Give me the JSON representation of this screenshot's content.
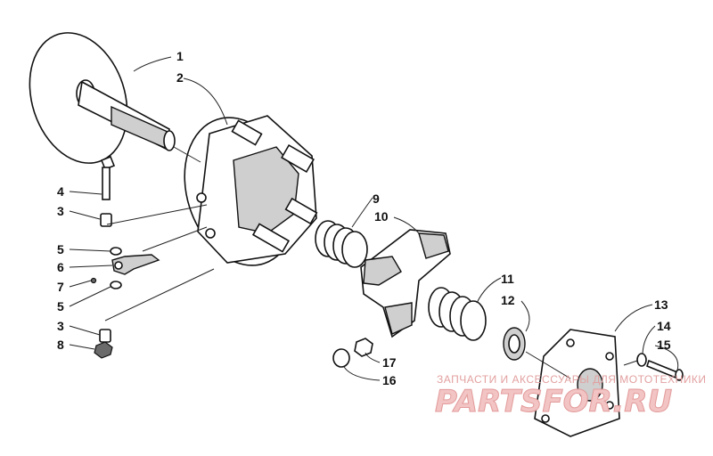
{
  "labels": {
    "l1": "1",
    "l2": "2",
    "l4": "4",
    "l3a": "3",
    "l5a": "5",
    "l6": "6",
    "l7": "7",
    "l5b": "5",
    "l3b": "3",
    "l8": "8",
    "l9": "9",
    "l10": "10",
    "l11": "11",
    "l12": "12",
    "l13": "13",
    "l14": "14",
    "l15": "15",
    "l17": "17",
    "l16": "16"
  },
  "watermark": {
    "tagline": "ЗАПЧАСТИ И АКСЕССУАРЫ ДЛЯ МОТОТЕХНИКИ",
    "brand": "PARTSFOR.RU"
  }
}
